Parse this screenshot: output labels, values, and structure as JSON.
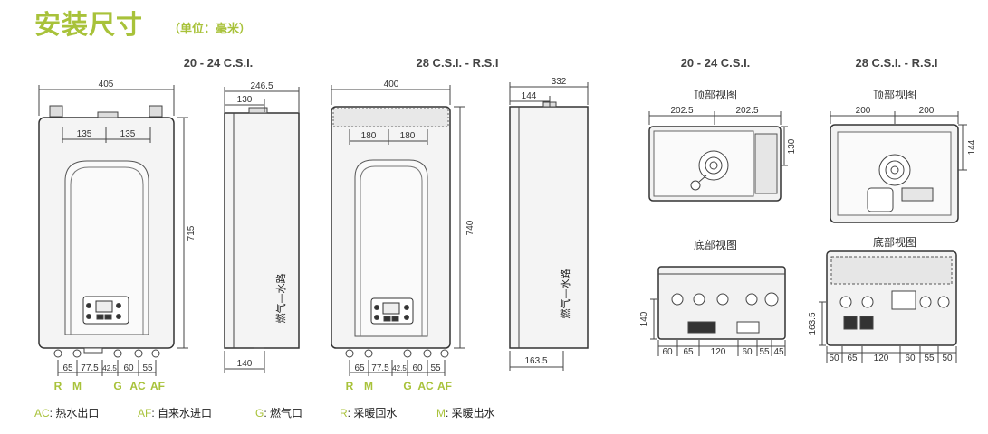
{
  "title": "安装尺寸",
  "unit": "（单位：毫米）",
  "headers": {
    "h1": "20 - 24 C.S.I.",
    "h2": "28 C.S.I. - R.S.I",
    "h3": "20 - 24 C.S.I.",
    "h4": "28 C.S.I. - R.S.I"
  },
  "views": {
    "top1": "顶部视图",
    "top2": "顶部视图",
    "bottom1": "底部视图",
    "bottom2": "底部视图"
  },
  "side_label": "燃气—水路",
  "dims": {
    "d405": "405",
    "d135a": "135",
    "d135b": "135",
    "d715": "715",
    "d2465": "246.5",
    "d130": "130",
    "d140": "140",
    "d400": "400",
    "d180a": "180",
    "d180b": "180",
    "d740": "740",
    "d332": "332",
    "d144": "144",
    "d1635": "163.5",
    "b1": [
      "65",
      "77.5",
      "42.5",
      "60",
      "55"
    ],
    "b2": [
      "65",
      "77.5",
      "42.5",
      "60",
      "55"
    ],
    "t1w": [
      "202.5",
      "202.5"
    ],
    "t1h": "130",
    "t2w": [
      "200",
      "200"
    ],
    "t2h": "144",
    "bv1h": "140",
    "bv1": [
      "60",
      "65",
      "120",
      "60",
      "55",
      "45"
    ],
    "bv2h": "163.5",
    "bv2": [
      "50",
      "65",
      "120",
      "60",
      "55",
      "50"
    ]
  },
  "connections1": [
    "R",
    "M",
    "G",
    "AC",
    "AF"
  ],
  "connections2": [
    "R",
    "M",
    "G",
    "AC",
    "AF"
  ],
  "legend": [
    {
      "key": "AC",
      "text": ": 热水出口"
    },
    {
      "key": "AF",
      "text": ": 自来水进口"
    },
    {
      "key": "G",
      "text": ": 燃气口"
    },
    {
      "key": "R",
      "text": ": 采暖回水"
    },
    {
      "key": "M",
      "text": ": 采暖出水"
    }
  ]
}
